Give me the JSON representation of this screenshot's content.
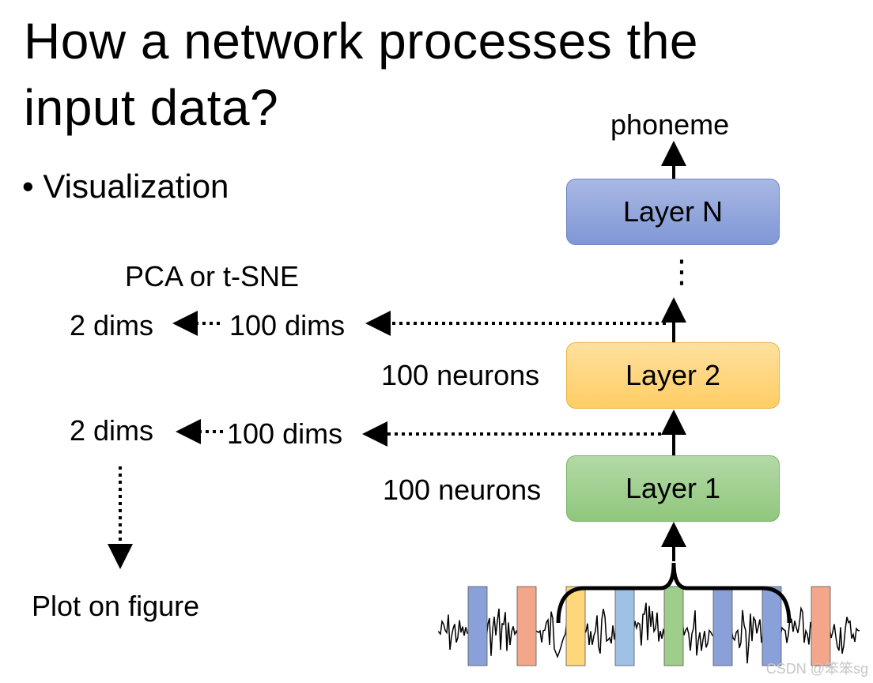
{
  "title_line1": "How a network processes the",
  "title_line2": "input data?",
  "bullet": "• Visualization",
  "method": "PCA or t-SNE",
  "top_output": "phoneme",
  "layers": {
    "n": "Layer N",
    "two": "Layer 2",
    "one": "Layer 1"
  },
  "neurons_2": "100 neurons",
  "neurons_1": "100 neurons",
  "dims_high_upper": "100 dims",
  "dims_low_upper": "2 dims",
  "dims_high_lower": "100 dims",
  "dims_low_lower": "2 dims",
  "plot_label": "Plot on figure",
  "ellipsis": "⋮",
  "watermark": "CSDN @笨笨sg",
  "colors": {
    "blue": "#8aa0d8",
    "orange": "#f4a68b",
    "yellow": "#ffd77a",
    "lightblue": "#9fc1e6",
    "green": "#9fcd8a"
  }
}
